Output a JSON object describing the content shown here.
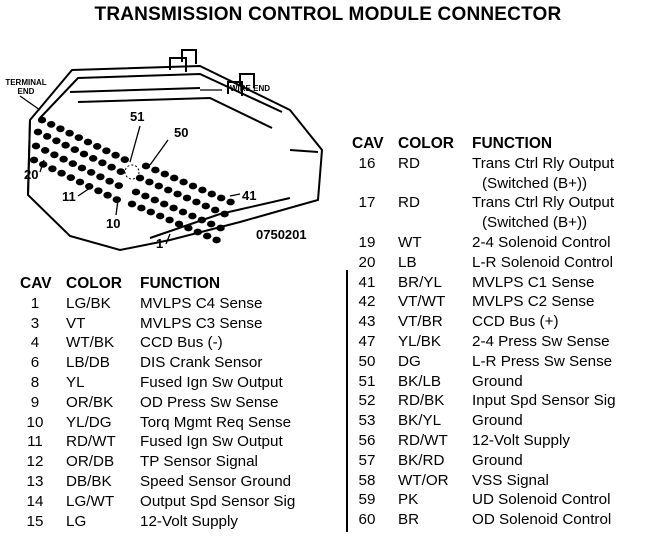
{
  "title": "TRANSMISSION CONTROL MODULE CONNECTOR",
  "diagram": {
    "terminal_end_label": "TERMINAL END",
    "wire_end_label": "WIRE END",
    "pin_labels": [
      "51",
      "50",
      "20",
      "11",
      "10",
      "41",
      "1"
    ],
    "part_number": "0750201"
  },
  "headers": {
    "cav": "CAV",
    "color": "COLOR",
    "function": "FUNCTION"
  },
  "left_table": [
    {
      "cav": "1",
      "color": "LG/BK",
      "function": "MVLPS C4 Sense"
    },
    {
      "cav": "3",
      "color": "VT",
      "function": "MVLPS C3 Sense"
    },
    {
      "cav": "4",
      "color": "WT/BK",
      "function": "CCD Bus (-)"
    },
    {
      "cav": "6",
      "color": "LB/DB",
      "function": "DIS Crank Sensor"
    },
    {
      "cav": "8",
      "color": "YL",
      "function": "Fused Ign Sw Output"
    },
    {
      "cav": "9",
      "color": "OR/BK",
      "function": "OD Press Sw Sense"
    },
    {
      "cav": "10",
      "color": "YL/DG",
      "function": "Torq Mgmt Req Sense"
    },
    {
      "cav": "11",
      "color": "RD/WT",
      "function": "Fused Ign Sw Output"
    },
    {
      "cav": "12",
      "color": "OR/DB",
      "function": "TP Sensor Signal"
    },
    {
      "cav": "13",
      "color": "DB/BK",
      "function": "Speed Sensor Ground"
    },
    {
      "cav": "14",
      "color": "LG/WT",
      "function": "Output Spd Sensor Sig"
    },
    {
      "cav": "15",
      "color": "LG",
      "function": "12-Volt Supply"
    }
  ],
  "right_table": [
    {
      "cav": "16",
      "color": "RD",
      "function": "Trans Ctrl Rly Output\n(Switched (B+))"
    },
    {
      "cav": "17",
      "color": "RD",
      "function": "Trans Ctrl Rly Output\n(Switched (B+))"
    },
    {
      "cav": "19",
      "color": "WT",
      "function": "2-4 Solenoid Control"
    },
    {
      "cav": "20",
      "color": "LB",
      "function": "L-R Solenoid Control"
    },
    {
      "cav": "41",
      "color": "BR/YL",
      "function": "MVLPS C1 Sense"
    },
    {
      "cav": "42",
      "color": "VT/WT",
      "function": "MVLPS C2 Sense"
    },
    {
      "cav": "43",
      "color": "VT/BR",
      "function": "CCD Bus (+)"
    },
    {
      "cav": "47",
      "color": "YL/BK",
      "function": "2-4 Press Sw Sense"
    },
    {
      "cav": "50",
      "color": "DG",
      "function": "L-R Press Sw Sense"
    },
    {
      "cav": "51",
      "color": "BK/LB",
      "function": "Ground"
    },
    {
      "cav": "52",
      "color": "RD/BK",
      "function": "Input Spd Sensor Sig"
    },
    {
      "cav": "53",
      "color": "BK/YL",
      "function": "Ground"
    },
    {
      "cav": "56",
      "color": "RD/WT",
      "function": "12-Volt Supply"
    },
    {
      "cav": "57",
      "color": "BK/RD",
      "function": "Ground"
    },
    {
      "cav": "58",
      "color": "WT/OR",
      "function": "VSS Signal"
    },
    {
      "cav": "59",
      "color": "PK",
      "function": "UD Solenoid Control"
    },
    {
      "cav": "60",
      "color": "BR",
      "function": "OD Solenoid Control"
    }
  ]
}
